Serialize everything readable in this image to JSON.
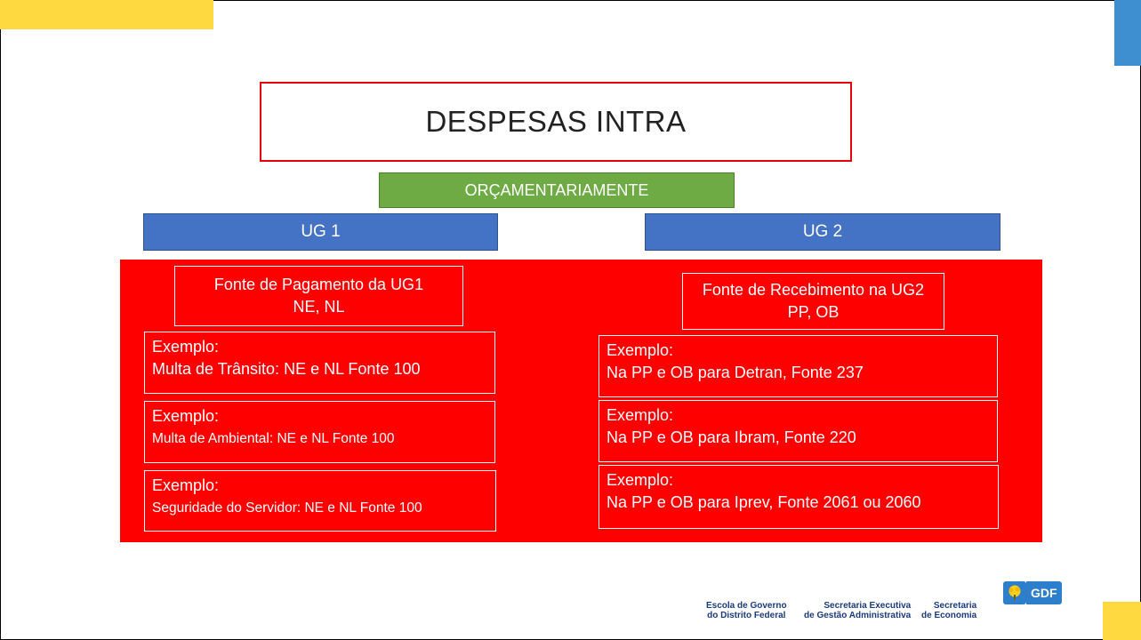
{
  "slide": {
    "title": "DESPESAS INTRA",
    "subtitle": "ORÇAMENTARIAMENTE",
    "ug1": "UG 1",
    "ug2": "UG 2"
  },
  "left": {
    "header_line1": "Fonte de Pagamento da UG1",
    "header_line2": "NE, NL",
    "examples": [
      {
        "label": "Exemplo:",
        "text": "Multa de Trânsito: NE e NL Fonte 100"
      },
      {
        "label": "Exemplo:",
        "text": "Multa de Ambiental: NE e NL Fonte 100"
      },
      {
        "label": "Exemplo:",
        "text": "Seguridade do Servidor: NE e NL Fonte 100"
      }
    ]
  },
  "right": {
    "header_line1": "Fonte de Recebimento na UG2",
    "header_line2": "PP, OB",
    "examples": [
      {
        "label": "Exemplo:",
        "text": "Na PP e OB para Detran, Fonte 237"
      },
      {
        "label": "Exemplo:",
        "text": "Na PP e OB para Ibram, Fonte 220"
      },
      {
        "label": "Exemplo:",
        "text": "Na PP e OB para Iprev, Fonte 2061 ou 2060"
      }
    ]
  },
  "footer": {
    "org1_line1": "Escola de Governo",
    "org1_line2": "do Distrito Federal",
    "org2_line1": "Secretaria Executiva",
    "org2_line2": "de Gestão Administrativa",
    "org3_line1": "Secretaria",
    "org3_line2": "de Economia",
    "brand": "GDF"
  },
  "colors": {
    "accent_yellow": "#FFD940",
    "accent_blue": "#3E8FD0",
    "red": "#FF0000",
    "green": "#6EAB45",
    "ug_blue": "#4472C4"
  }
}
